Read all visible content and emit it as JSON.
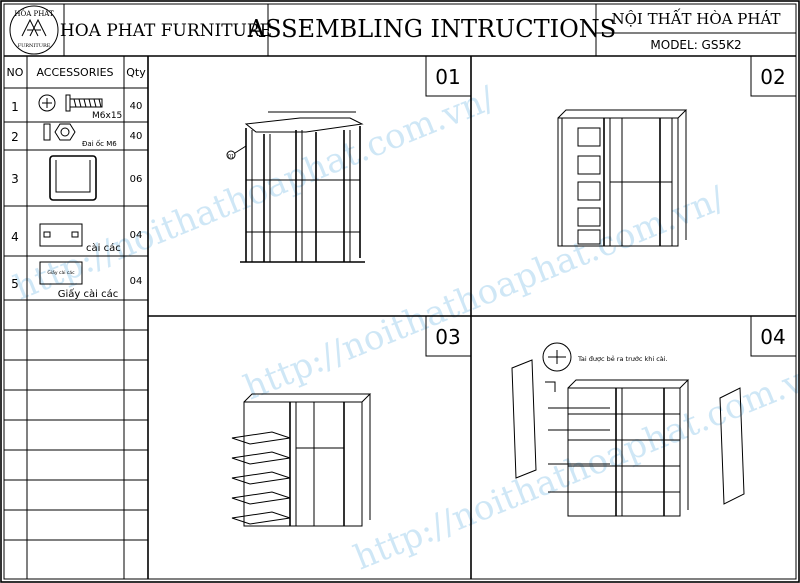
{
  "header": {
    "logo_top": "HÒA PHÁT",
    "logo_bottom": "FURNITURE",
    "company": "HOA PHAT FURNITURE",
    "title": "ASSEMBLING INTRUCTIONS",
    "brand_vn": "NỘI THẤT HÒA PHÁT",
    "model": "MODEL: GS5K2"
  },
  "table": {
    "col_no": "NO",
    "col_acc": "ACCESSORIES",
    "col_qty": "Qty",
    "rows": [
      {
        "no": "1",
        "label": "M6x15",
        "qty": "40"
      },
      {
        "no": "2",
        "label": "Đai ốc M6",
        "qty": "40"
      },
      {
        "no": "3",
        "label": "",
        "qty": "06"
      },
      {
        "no": "4",
        "label": "cài các",
        "qty": "04"
      },
      {
        "no": "5",
        "label": "Giấy cài các",
        "qty": "04",
        "card_text": "Giấy cài các"
      }
    ]
  },
  "panels": {
    "p1": "01",
    "p2": "02",
    "p3": "03",
    "p4": "04",
    "p1_callout": "01",
    "p4_note": "Tai được bẻ ra trước khi cài."
  },
  "watermark": "http://noithathoaphat.com.vn/"
}
